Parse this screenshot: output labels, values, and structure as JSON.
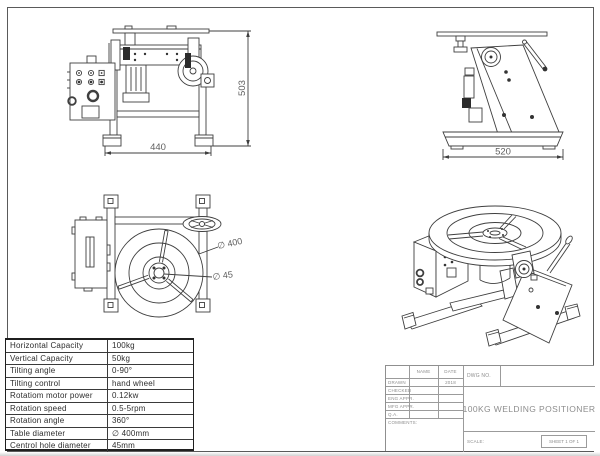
{
  "drawing": {
    "front_view": {
      "width_dim": "440",
      "height_dim": "503"
    },
    "side_view": {
      "width_dim": "520"
    },
    "top_view": {
      "table_dia": "∅ 400",
      "hole_dia": "∅ 45"
    }
  },
  "spec_table": {
    "rows": [
      {
        "label": "Horizontal Capacity",
        "value": "100kg"
      },
      {
        "label": "Vertical Capacity",
        "value": "50kg"
      },
      {
        "label": "Tilting angle",
        "value": "0-90°"
      },
      {
        "label": "Tilting control",
        "value": "hand wheel"
      },
      {
        "label": "Rotatiom motor power",
        "value": "0.12kw"
      },
      {
        "label": "Rotation speed",
        "value": "0.5-5rpm"
      },
      {
        "label": "Rotation angle",
        "value": "360°"
      },
      {
        "label": "Table diameter",
        "value": "∅ 400mm"
      },
      {
        "label": "Centrol hole diameter",
        "value": "45mm"
      }
    ]
  },
  "title_block": {
    "col_name": "NAME",
    "col_date": "DATE",
    "rows": [
      {
        "label": "DRAWN",
        "name": "",
        "date": "2018"
      },
      {
        "label": "CHECKED",
        "name": "",
        "date": ""
      },
      {
        "label": "ENG APPR.",
        "name": "",
        "date": ""
      },
      {
        "label": "MFG APPR.",
        "name": "",
        "date": ""
      },
      {
        "label": "Q.A.",
        "name": "",
        "date": ""
      }
    ],
    "comments_label": "COMMENTS:",
    "dwg_no_label": "DWG NO.",
    "title": "100KG WELDING POSITIONER",
    "scale_label": "SCALE:",
    "sheet_label": "SHEET 1 OF 1"
  },
  "colors": {
    "line": "#3f3f3f",
    "dim_text": "#5f5f5f",
    "block_text": "#8d8d8d",
    "table_text": "#2d2d2d"
  }
}
